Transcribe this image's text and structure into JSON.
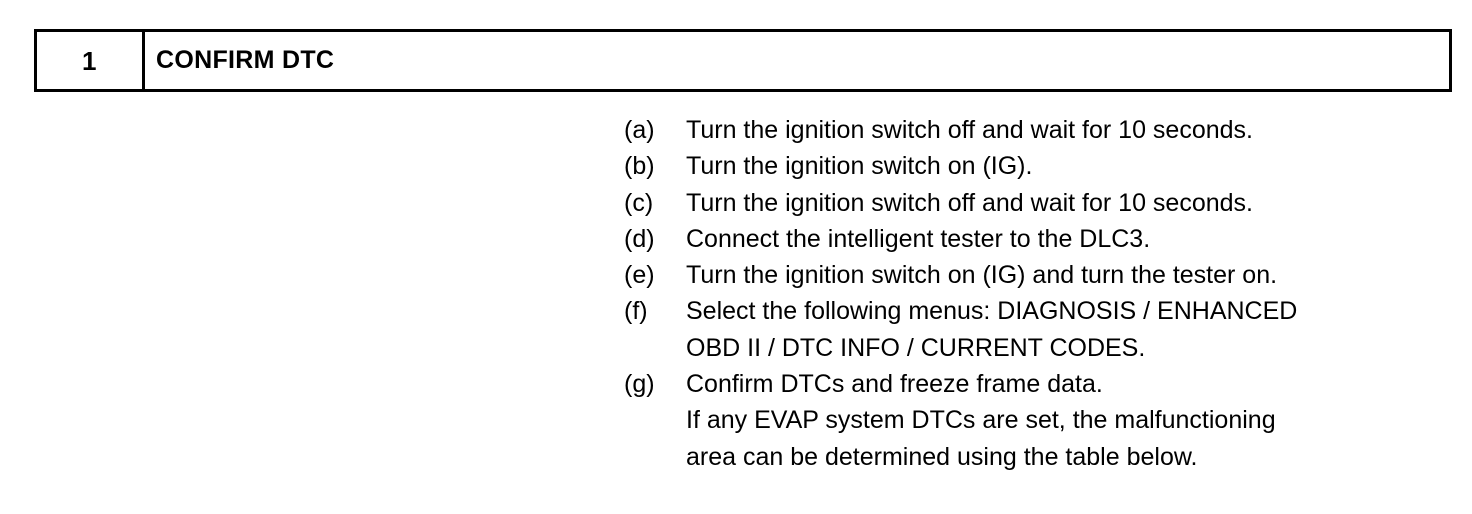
{
  "step": {
    "number": "1",
    "title": "CONFIRM DTC"
  },
  "instructions": [
    {
      "marker": "(a)",
      "text": "Turn the ignition switch off and wait for 10 seconds."
    },
    {
      "marker": "(b)",
      "text": "Turn the ignition switch on (IG)."
    },
    {
      "marker": "(c)",
      "text": "Turn the ignition switch off and wait for 10 seconds."
    },
    {
      "marker": "(d)",
      "text": "Connect the intelligent tester to the DLC3."
    },
    {
      "marker": "(e)",
      "text": "Turn the ignition switch on (IG) and turn the tester on."
    },
    {
      "marker": "(f)",
      "text": "Select the following menus: DIAGNOSIS / ENHANCED"
    },
    {
      "marker": "",
      "text": "OBD II / DTC INFO / CURRENT CODES."
    },
    {
      "marker": "(g)",
      "text": "Confirm DTCs and freeze frame data."
    },
    {
      "marker": "",
      "text": "If any EVAP system DTCs are set, the malfunctioning"
    },
    {
      "marker": "",
      "text": "area can be determined using the table below."
    }
  ],
  "colors": {
    "ink": "#000000",
    "paper": "#ffffff"
  }
}
